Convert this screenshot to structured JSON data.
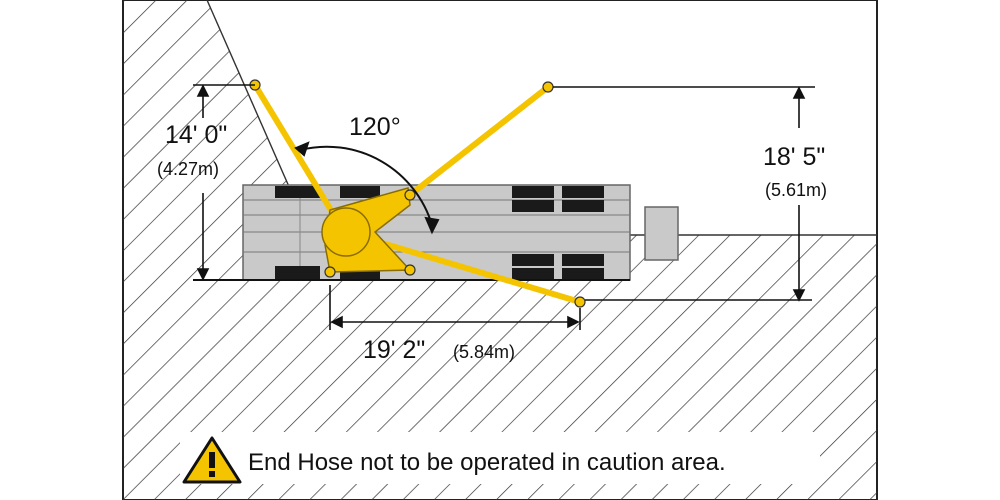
{
  "dimensions": {
    "max_height": "14' 0\"",
    "max_height_metric": "(4.27m)",
    "rotation_angle": "120°",
    "max_reach_height": "18' 5\"",
    "max_reach_height_metric": "(5.61m)",
    "horizontal_reach": "19' 2\"",
    "horizontal_reach_metric": "(5.84m)"
  },
  "caution": {
    "text": "End Hose not to be operated in caution area.",
    "icon": "warning-triangle-icon"
  },
  "colors": {
    "boom": "#f5c400",
    "boom_outline": "#8a6d00",
    "truck": "#c9c9c9",
    "hatch": "#333333"
  }
}
